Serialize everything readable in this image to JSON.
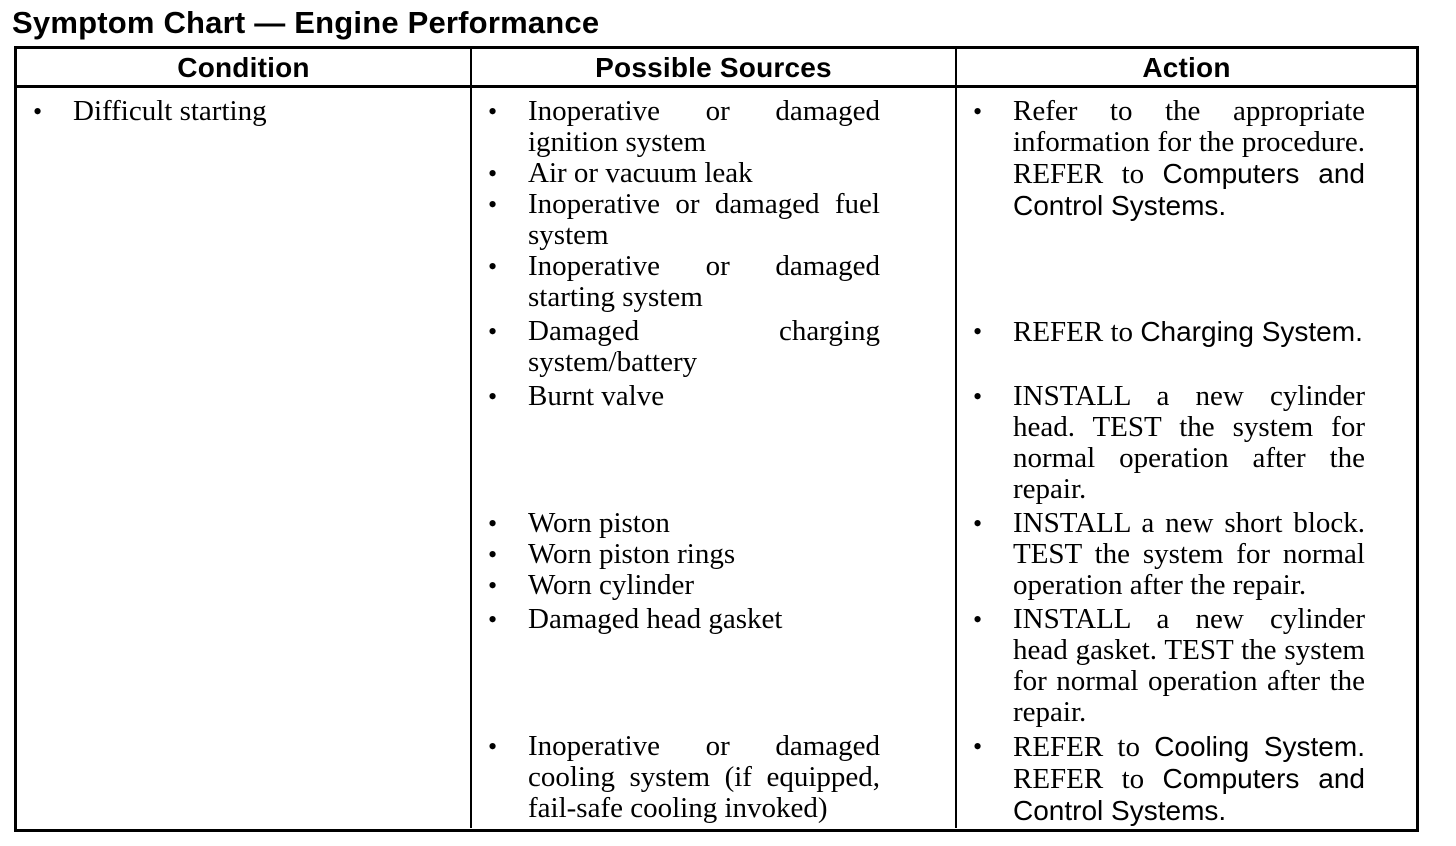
{
  "title": "Symptom Chart — Engine Performance",
  "bullet_glyph": "•",
  "colors": {
    "text": "#000000",
    "border": "#000000",
    "background": "#ffffff"
  },
  "table": {
    "headers": [
      "Condition",
      "Possible Sources",
      "Action"
    ],
    "rows": [
      {
        "condition": [
          [
            {
              "t": "Difficult starting"
            }
          ]
        ],
        "groups": [
          {
            "sources": [
              [
                {
                  "t": "Inoperative or damaged ignition system"
                }
              ],
              [
                {
                  "t": "Air or vacuum leak"
                }
              ],
              [
                {
                  "t": "Inoperative or damaged fuel system"
                }
              ],
              [
                {
                  "t": "Inoperative or damaged starting system"
                }
              ]
            ],
            "actions": [
              [
                {
                  "t": "Refer to the appropriate information for the procedure. REFER to "
                },
                {
                  "t": "Computers and Control Systems.",
                  "f": "sans"
                }
              ]
            ]
          },
          {
            "sources": [
              [
                {
                  "t": "Damaged charging system/battery"
                }
              ]
            ],
            "actions": [
              [
                {
                  "t": "REFER to "
                },
                {
                  "t": "Charging System.",
                  "f": "sans"
                }
              ]
            ]
          },
          {
            "sources": [
              [
                {
                  "t": "Burnt valve"
                }
              ]
            ],
            "actions": [
              [
                {
                  "t": "INSTALL a new cylinder head. TEST the system for normal operation after the repair."
                }
              ]
            ]
          },
          {
            "sources": [
              [
                {
                  "t": "Worn piston"
                }
              ],
              [
                {
                  "t": "Worn piston rings"
                }
              ],
              [
                {
                  "t": "Worn cylinder"
                }
              ]
            ],
            "actions": [
              [
                {
                  "t": "INSTALL a new short block. TEST the system for normal operation after the repair."
                }
              ]
            ]
          },
          {
            "sources": [
              [
                {
                  "t": "Damaged head gasket"
                }
              ]
            ],
            "actions": [
              [
                {
                  "t": "INSTALL a new cylinder head gasket. TEST the system for normal operation after the repair."
                }
              ]
            ]
          },
          {
            "sources": [
              [
                {
                  "t": "Inoperative or damaged cooling system (if equipped, fail-safe cooling invoked)"
                }
              ]
            ],
            "actions": [
              [
                {
                  "t": "REFER to "
                },
                {
                  "t": "Cooling System.",
                  "f": "sans"
                },
                {
                  "t": " REFER to "
                },
                {
                  "t": "Computers and Control Systems.",
                  "f": "sans"
                }
              ]
            ]
          }
        ]
      }
    ]
  }
}
